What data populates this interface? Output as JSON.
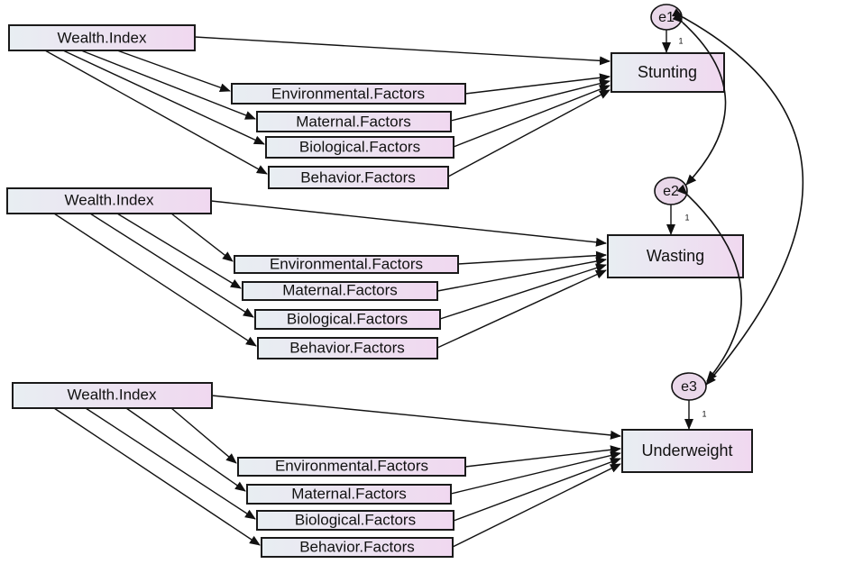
{
  "colors": {
    "box_fill_left": "#e8eef2",
    "box_fill_right": "#f0d8f0",
    "error_fill": "#ead8ea",
    "stroke": "#111111"
  },
  "panels": [
    {
      "predictor": "Wealth.Index",
      "mediators": [
        "Environmental.Factors",
        "Maternal.Factors",
        "Biological.Factors",
        "Behavior.Factors"
      ],
      "outcome": "Stunting",
      "error": "e1",
      "error_path_label": "1"
    },
    {
      "predictor": "Wealth.Index",
      "mediators": [
        "Environmental.Factors",
        "Maternal.Factors",
        "Biological.Factors",
        "Behavior.Factors"
      ],
      "outcome": "Wasting",
      "error": "e2",
      "error_path_label": "1"
    },
    {
      "predictor": "Wealth.Index",
      "mediators": [
        "Environmental.Factors",
        "Maternal.Factors",
        "Biological.Factors",
        "Behavior.Factors"
      ],
      "outcome": "Underweight",
      "error": "e3",
      "error_path_label": "1"
    }
  ]
}
